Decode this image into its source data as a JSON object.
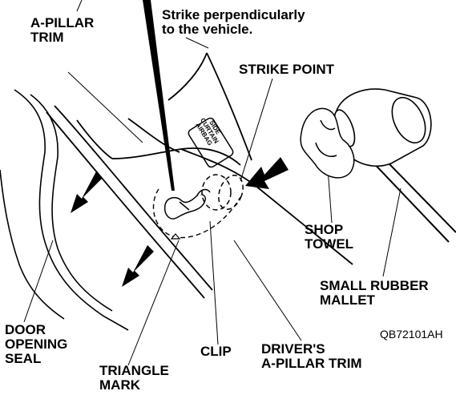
{
  "labels": {
    "a_pillar_trim": [
      "A-PILLAR",
      "TRIM"
    ],
    "strike_instruction": [
      "Strike perpendicularly",
      "to the vehicle."
    ],
    "strike_point": "STRIKE POINT",
    "shop_towel": [
      "SHOP",
      "TOWEL"
    ],
    "small_rubber_mallet": [
      "SMALL RUBBER",
      "MALLET"
    ],
    "door_opening_seal": [
      "DOOR",
      "OPENING",
      "SEAL"
    ],
    "clip": "CLIP",
    "drivers_a_pillar_trim": [
      "DRIVER'S",
      "A-PILLAR TRIM"
    ],
    "triangle_mark": [
      "TRIANGLE",
      "MARK"
    ],
    "figure_code": "QB72101AH",
    "trim_stamp": [
      "SIDE",
      "CURTAIN",
      "AIRBAG"
    ]
  }
}
